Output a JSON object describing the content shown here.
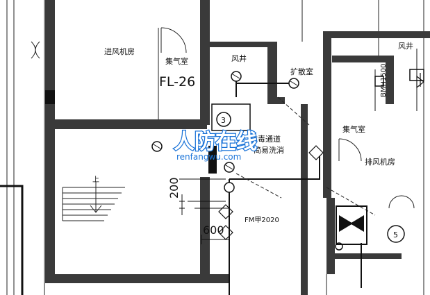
{
  "rooms": {
    "intake_fan_room": "进风机房",
    "plenum_top": "集气室",
    "shaft_left": "风井",
    "shaft_right": "风井",
    "expansion_room": "扩散室",
    "plenum_right": "集气室",
    "exhaust_fan_room": "排风机房",
    "decon_passage": "防毒通道",
    "simple_shower": "简易洗消"
  },
  "labels": {
    "fl": "FL-26",
    "vertical_tag": "BMH1500",
    "door_code": "FM甲2020",
    "dim_200": "200",
    "dim_600": "600",
    "stair_up": "上"
  },
  "circles": {
    "fan3": "3",
    "fan5": "5"
  },
  "watermark": {
    "brand": "人防在线",
    "url": "renfangwu.com"
  }
}
